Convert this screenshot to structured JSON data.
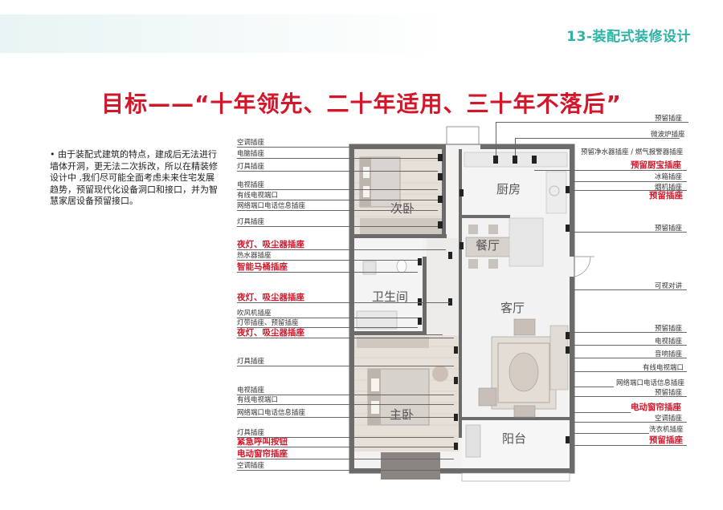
{
  "header": {
    "title": "13-装配式装修设计"
  },
  "main_title": "目标——“十年领先、二十年适用、三十年不落后”",
  "description": "• 由于装配式建筑的特点，建成后无法进行墙体开洞，更无法二次拆改，所以在精装修设计中 ,我们尽可能全面考虑未来住宅发展趋势，预留现代化设备洞口和接口，并为智慧家居设备预留接口。",
  "rooms": {
    "second_bedroom": "次卧",
    "kitchen": "厨房",
    "dining": "餐厅",
    "bathroom": "卫生间",
    "living": "客厅",
    "master_bedroom": "主卧",
    "balcony": "阳台"
  },
  "left_labels": [
    {
      "text": "空调插座",
      "red": false
    },
    {
      "text": "电脑插座",
      "red": false
    },
    {
      "text": "灯具插座",
      "red": false
    },
    {
      "text": "电视插座",
      "red": false
    },
    {
      "text": "有线电视端口",
      "red": false
    },
    {
      "text": "网络端口电话信息插座",
      "red": false
    },
    {
      "text": "灯具插座",
      "red": false
    },
    {
      "text": "夜灯、吸尘器插座",
      "red": true
    },
    {
      "text": "热水器插座",
      "red": false
    },
    {
      "text": "智能马桶插座",
      "red": true
    },
    {
      "text": "夜灯、吸尘器插座",
      "red": true
    },
    {
      "text": "吹风机插座",
      "red": false
    },
    {
      "text": "灯带插座、预留插座",
      "red": false
    },
    {
      "text": "夜灯、吸尘器插座",
      "red": true
    },
    {
      "text": "灯具插座",
      "red": false
    },
    {
      "text": "电视插座",
      "red": false
    },
    {
      "text": "有线电视端口",
      "red": false
    },
    {
      "text": "网络端口电话信息插座",
      "red": false
    },
    {
      "text": "灯具插座",
      "red": false
    },
    {
      "text": "紧急呼叫按钮",
      "red": true
    },
    {
      "text": "电动窗帘插座",
      "red": true
    },
    {
      "text": "空调插座",
      "red": false
    }
  ],
  "right_labels": [
    {
      "text": "预留插座",
      "red": false
    },
    {
      "text": "微波炉插座",
      "red": false
    },
    {
      "text": "预留净水器插座 / 燃气报警器插座",
      "red": false
    },
    {
      "text": "预留厨宝插座",
      "red": true
    },
    {
      "text": "冰箱插座",
      "red": false
    },
    {
      "text": "烟机插座",
      "red": false
    },
    {
      "text": "预留插座",
      "red": true
    },
    {
      "text": "预留插座",
      "red": false
    },
    {
      "text": "可视对讲",
      "red": false
    },
    {
      "text": "预留插座",
      "red": false
    },
    {
      "text": "电视插座",
      "red": false
    },
    {
      "text": "音响插座",
      "red": false
    },
    {
      "text": "有线电视端口",
      "red": false
    },
    {
      "text": "网络端口电话信息插座",
      "red": false
    },
    {
      "text": "预留插座",
      "red": false
    },
    {
      "text": "电动窗帘插座",
      "red": true
    },
    {
      "text": "空调插座",
      "red": false
    },
    {
      "text": "洗衣机插座",
      "red": false
    },
    {
      "text": "预留插座",
      "red": true
    }
  ],
  "colors": {
    "accent_teal": "#2db3a6",
    "title_red": "#d3172a"
  }
}
